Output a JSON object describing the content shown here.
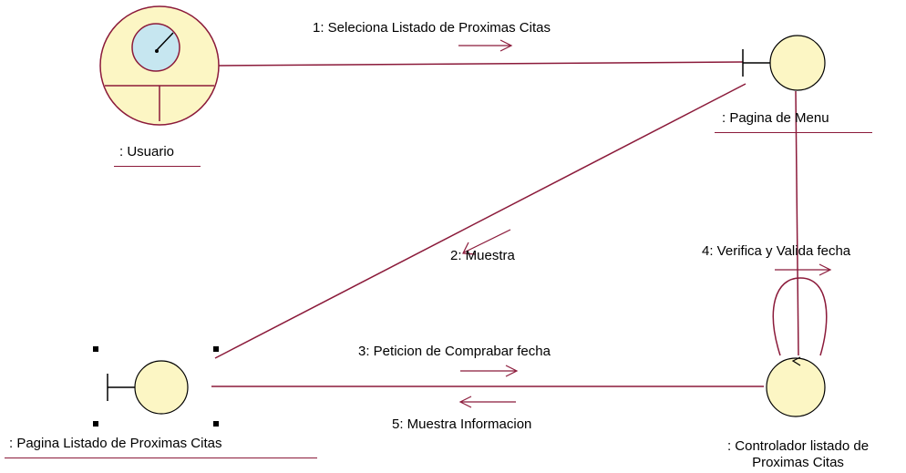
{
  "diagram": {
    "objects": [
      {
        "id": "usuario",
        "name": ": Usuario",
        "kind": "actor"
      },
      {
        "id": "pagina-menu",
        "name": ": Pagina de Menu",
        "kind": "boundary"
      },
      {
        "id": "pagina-listado",
        "name": ": Pagina Listado de Proximas Citas",
        "kind": "boundary"
      },
      {
        "id": "controlador",
        "name_line1": ": Controlador listado de",
        "name_line2": "Proximas Citas",
        "kind": "control"
      }
    ],
    "messages": [
      {
        "id": "m1",
        "label": "1: Seleciona Listado de Proximas Citas"
      },
      {
        "id": "m2",
        "label": "2: Muestra"
      },
      {
        "id": "m3",
        "label": "3: Peticion de Comprabar fecha"
      },
      {
        "id": "m4",
        "label": "4: Verifica y Valida fecha"
      },
      {
        "id": "m5",
        "label": "5: Muestra Informacion"
      }
    ],
    "colors": {
      "line": "#8b1a3a",
      "object_fill": "#fcf6c4",
      "object_stroke": "#8b1a3a",
      "actor_inner_fill": "#c6e6f0",
      "text": "#000000"
    }
  }
}
